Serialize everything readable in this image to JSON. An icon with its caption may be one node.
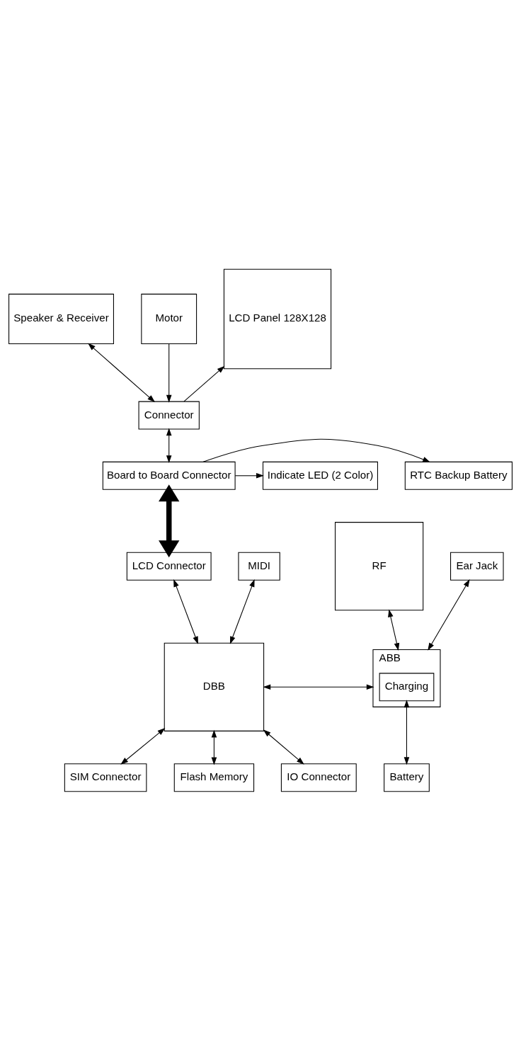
{
  "diagram": {
    "nodes": [
      {
        "text": [
          "Speaker & Receiver"
        ]
      },
      {
        "text": [
          "Motor"
        ]
      },
      {
        "text": [
          "LCD Panel 128X128"
        ]
      },
      {
        "text": [
          "Connector"
        ]
      },
      {
        "text": [
          "Indicate LED (2 Color)"
        ]
      },
      {
        "text": [
          "Board to Board Connector"
        ]
      },
      {
        "text": [
          "RTC Backup Battery"
        ]
      },
      {
        "text": [
          "RF"
        ]
      },
      {
        "text": [
          "LCD Connector"
        ]
      },
      {
        "text": [
          "Ear Jack"
        ]
      },
      {
        "text": [
          "MIDI"
        ]
      },
      {
        "text": [
          "ABB"
        ]
      },
      {
        "text": [
          "Charging"
        ],
        "in": 11
      },
      {
        "text": [
          "DBB"
        ]
      },
      {
        "text": [
          "SIM Connector"
        ]
      },
      {
        "text": [
          "Flash Memory"
        ]
      },
      {
        "text": [
          "Battery"
        ]
      },
      {
        "text": [
          "IO Connector"
        ]
      }
    ],
    "edges": [
      {
        "from": 3,
        "to": 0,
        "arrow": "both"
      },
      {
        "from": 1,
        "to": 3,
        "arrow": "to"
      },
      {
        "from": 3,
        "to": 2,
        "arrow": "to"
      },
      {
        "from": 3,
        "to": 5,
        "arrow": "both"
      },
      {
        "from": 5,
        "to": 4,
        "arrow": "to"
      },
      {
        "from": 5,
        "to": 6,
        "arrow": "to"
      },
      {
        "from": 5,
        "to": 8,
        "arrow": "both",
        "style": "thick"
      },
      {
        "from": 8,
        "to": 13,
        "arrow": "both"
      },
      {
        "from": 9,
        "to": 11,
        "arrow": "both"
      },
      {
        "from": 7,
        "to": 11,
        "arrow": "both"
      },
      {
        "from": 11,
        "to": 13,
        "arrow": "both"
      },
      {
        "from": 10,
        "to": 13,
        "arrow": "both"
      },
      {
        "from": 14,
        "to": 13,
        "arrow": "both"
      },
      {
        "from": 13,
        "to": 15,
        "arrow": "both"
      },
      {
        "from": 12,
        "to": 16,
        "arrow": "both"
      },
      {
        "from": 13,
        "to": 17,
        "arrow": "both"
      }
    ]
  }
}
